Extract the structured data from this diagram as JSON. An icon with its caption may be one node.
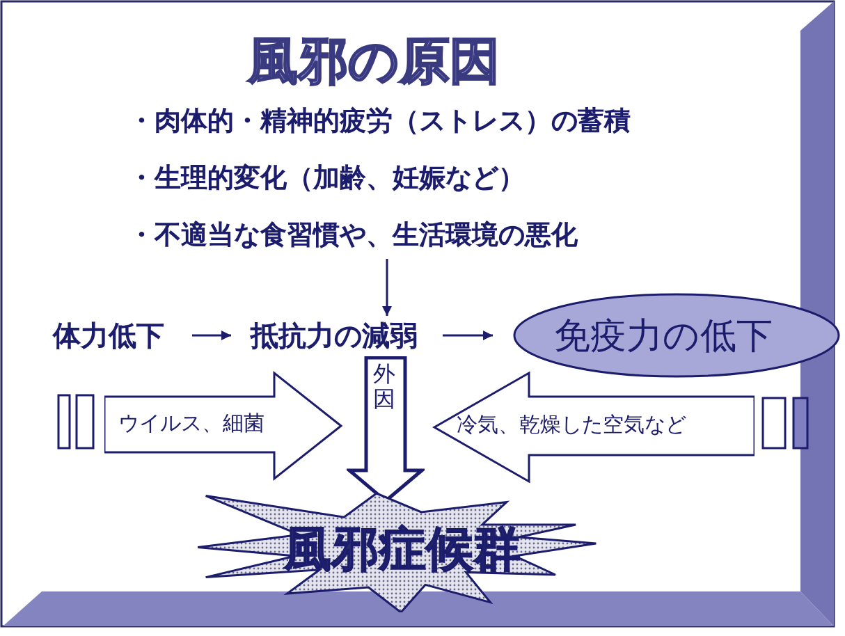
{
  "diagram": {
    "title": "風邪の原因",
    "nodes": [
      {
        "text": [
          "・肉体的・精神的疲労（ストレス）の蓄積",
          "・生理的変化（加齢、妊娠など）",
          "・不適当な食習慣や、生活環境の悪化"
        ]
      },
      {
        "text": [
          "体力低下"
        ]
      },
      {
        "text": [
          "抵抗力の減弱"
        ]
      },
      {
        "text": [
          "免疫力の低下"
        ]
      },
      {
        "text": [
          "ウイルス、細菌"
        ]
      },
      {
        "text": [
          "冷気、乾燥した空気など"
        ]
      },
      {
        "text": [
          "外因"
        ]
      },
      {
        "text": [
          "風邪症候群"
        ]
      }
    ],
    "edges": [
      {
        "from": 0,
        "to": 2,
        "arrow": "to"
      },
      {
        "from": 1,
        "to": 2,
        "arrow": "to"
      },
      {
        "from": 2,
        "to": 3,
        "arrow": "to"
      }
    ]
  }
}
